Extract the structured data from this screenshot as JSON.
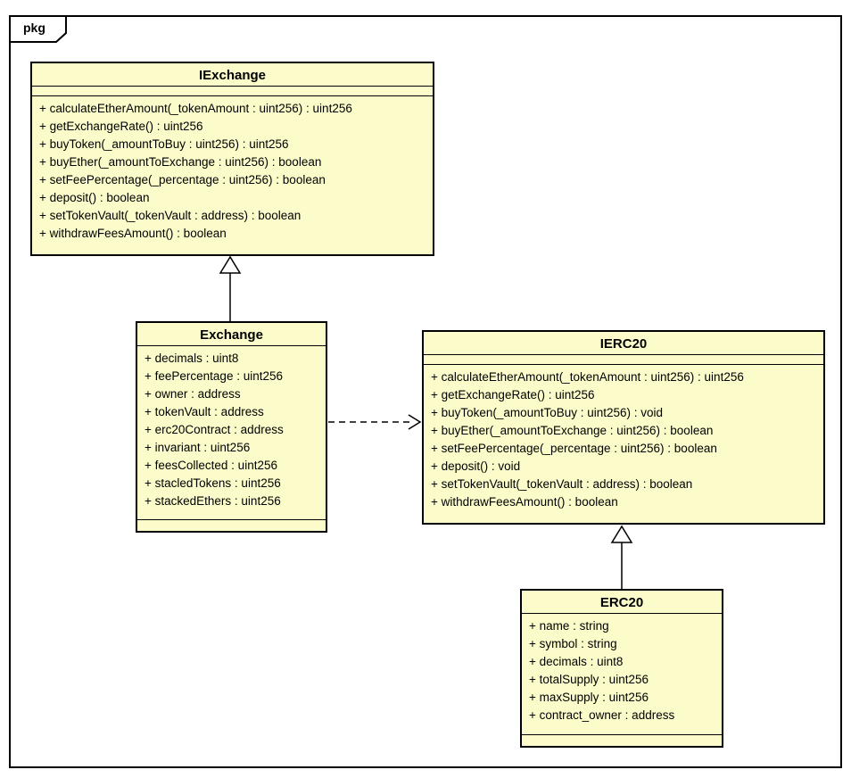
{
  "frame": {
    "tag": "pkg"
  },
  "colors": {
    "class_fill": "#FCFCCB",
    "border": "#000000",
    "background": "#FFFFFF"
  },
  "classes": [
    {
      "name": "IExchange",
      "attributes": [],
      "methods": [
        "+ calculateEtherAmount(_tokenAmount : uint256) : uint256",
        "+ getExchangeRate() : uint256",
        "+ buyToken(_amountToBuy : uint256) : uint256",
        "+ buyEther(_amountToExchange : uint256) : boolean",
        "+ setFeePercentage(_percentage : uint256) : boolean",
        "+ deposit() : boolean",
        "+ setTokenVault(_tokenVault : address) : boolean",
        "+ withdrawFeesAmount() : boolean"
      ]
    },
    {
      "name": "Exchange",
      "attributes": [
        "+ decimals : uint8",
        "+ feePercentage : uint256",
        "+ owner : address",
        "+ tokenVault : address",
        "+ erc20Contract : address",
        "+ invariant : uint256",
        "+ feesCollected : uint256",
        "+ stacledTokens : uint256",
        "+ stackedEthers : uint256"
      ],
      "methods": []
    },
    {
      "name": "IERC20",
      "attributes": [],
      "methods": [
        "+ calculateEtherAmount(_tokenAmount : uint256) : uint256",
        "+ getExchangeRate() : uint256",
        "+ buyToken(_amountToBuy : uint256) : void",
        "+ buyEther(_amountToExchange : uint256) : boolean",
        "+ setFeePercentage(_percentage : uint256) : boolean",
        "+ deposit() : void",
        "+ setTokenVault(_tokenVault : address) : boolean",
        "+ withdrawFeesAmount() : boolean"
      ]
    },
    {
      "name": "ERC20",
      "attributes": [
        "+ name : string",
        "+ symbol : string",
        "+ decimals : uint8",
        "+ totalSupply : uint256",
        "+ maxSupply : uint256",
        "+ contract_owner : address"
      ],
      "methods": []
    }
  ],
  "relationships": [
    {
      "from": "Exchange",
      "to": "IExchange",
      "type": "realization"
    },
    {
      "from": "Exchange",
      "to": "IERC20",
      "type": "dependency"
    },
    {
      "from": "ERC20",
      "to": "IERC20",
      "type": "realization"
    }
  ]
}
